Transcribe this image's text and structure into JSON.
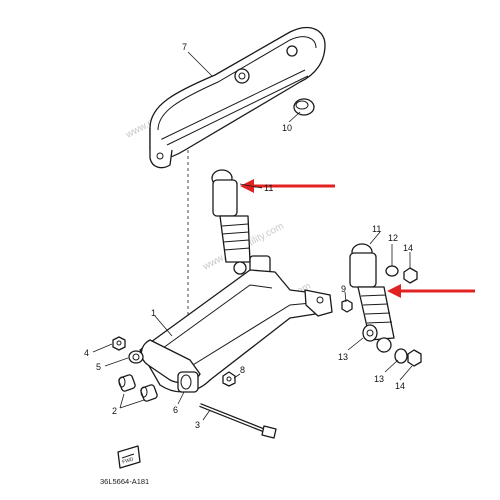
{
  "diagram_code": "36L5664-A181",
  "fwd_label": "FWD",
  "watermark": "www.motoutility.com",
  "arrow_color": "#e02222",
  "callouts": [
    {
      "id": "c1",
      "text": "1"
    },
    {
      "id": "c2",
      "text": "2"
    },
    {
      "id": "c3",
      "text": "3"
    },
    {
      "id": "c4",
      "text": "4"
    },
    {
      "id": "c5",
      "text": "5"
    },
    {
      "id": "c6",
      "text": "6"
    },
    {
      "id": "c7",
      "text": "7"
    },
    {
      "id": "c8",
      "text": "8"
    },
    {
      "id": "c9",
      "text": "9"
    },
    {
      "id": "c10",
      "text": "10"
    },
    {
      "id": "c11a",
      "text": "11"
    },
    {
      "id": "c11b",
      "text": "11"
    },
    {
      "id": "c12",
      "text": "12"
    },
    {
      "id": "c13a",
      "text": "13"
    },
    {
      "id": "c13b",
      "text": "13"
    },
    {
      "id": "c14",
      "text": "14"
    }
  ]
}
